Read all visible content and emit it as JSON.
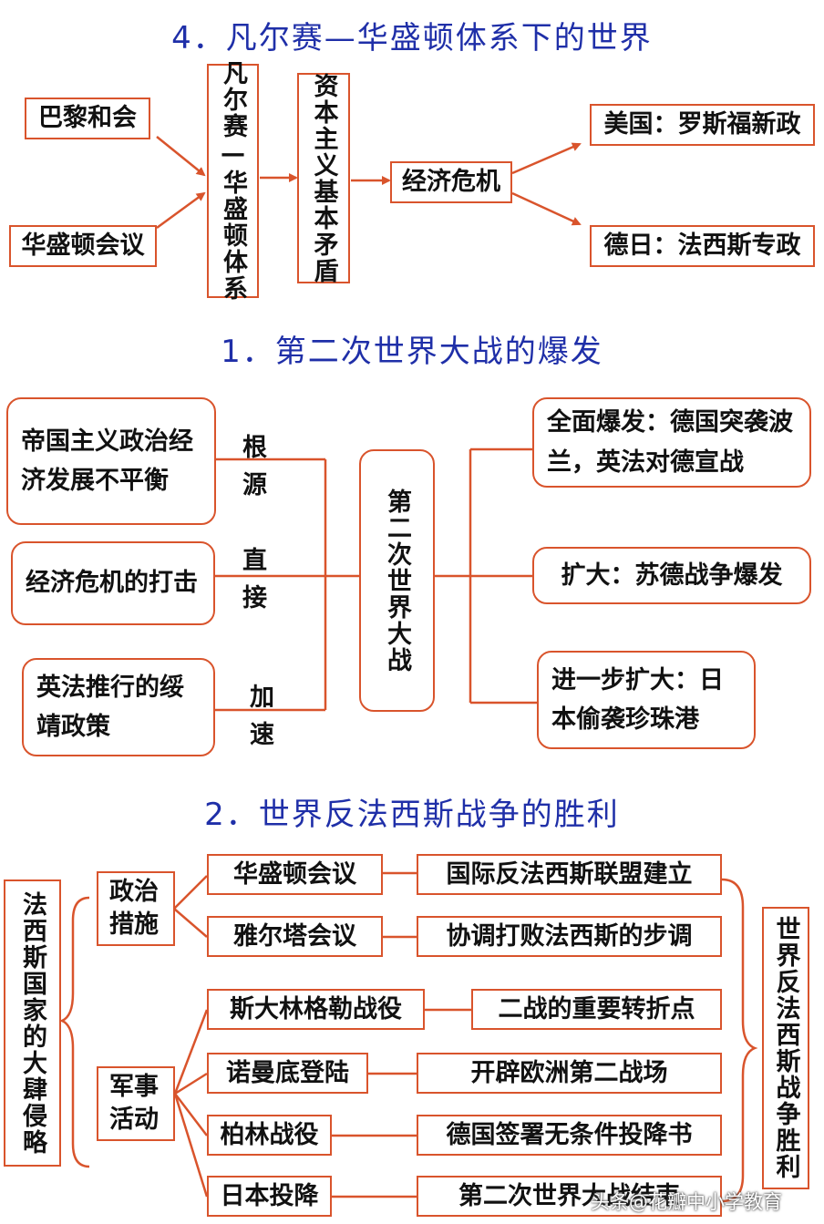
{
  "section1": {
    "title": "4．凡尔赛—华盛顿体系下的世界",
    "paris": "巴黎和会",
    "washington": "华盛顿会议",
    "system": "凡尔赛—华盛顿体系",
    "contradiction": "资本主义基本矛盾",
    "crisis": "经济危机",
    "usa": "美国：罗斯福新政",
    "germany_japan": "德日：法西斯专政"
  },
  "section2": {
    "title": "1．第二次世界大战的爆发",
    "cause1": "帝国主义政治经济发展不平衡",
    "cause1_label": "根源",
    "cause2": "经济危机的打击",
    "cause2_label": "直接",
    "cause3": "英法推行的绥靖政策",
    "cause3_label": "加速",
    "center": "第二次世界大战",
    "result1": "全面爆发：德国突袭波兰，英法对德宣战",
    "result2": "扩大：苏德战争爆发",
    "result3": "进一步扩大：日本偷袭珍珠港"
  },
  "section3": {
    "title": "2．世界反法西斯战争的胜利",
    "left": "法西斯国家的大肆侵略",
    "political": "政治措施",
    "military": "军事活动",
    "right": "世界反法西斯战争胜利",
    "rows": [
      {
        "event": "华盛顿会议",
        "result": "国际反法西斯联盟建立"
      },
      {
        "event": "雅尔塔会议",
        "result": "协调打败法西斯的步调"
      },
      {
        "event": "斯大林格勒战役",
        "result": "二战的重要转折点"
      },
      {
        "event": "诺曼底登陆",
        "result": "开辟欧洲第二战场"
      },
      {
        "event": "柏林战役",
        "result": "德国签署无条件投降书"
      },
      {
        "event": "日本投降",
        "result": "第二次世界大战结束"
      }
    ]
  },
  "watermark": "头条@花瓣中小学教育",
  "colors": {
    "title": "#1f2fa8",
    "border": "#d9542c",
    "line": "#d9542c"
  }
}
